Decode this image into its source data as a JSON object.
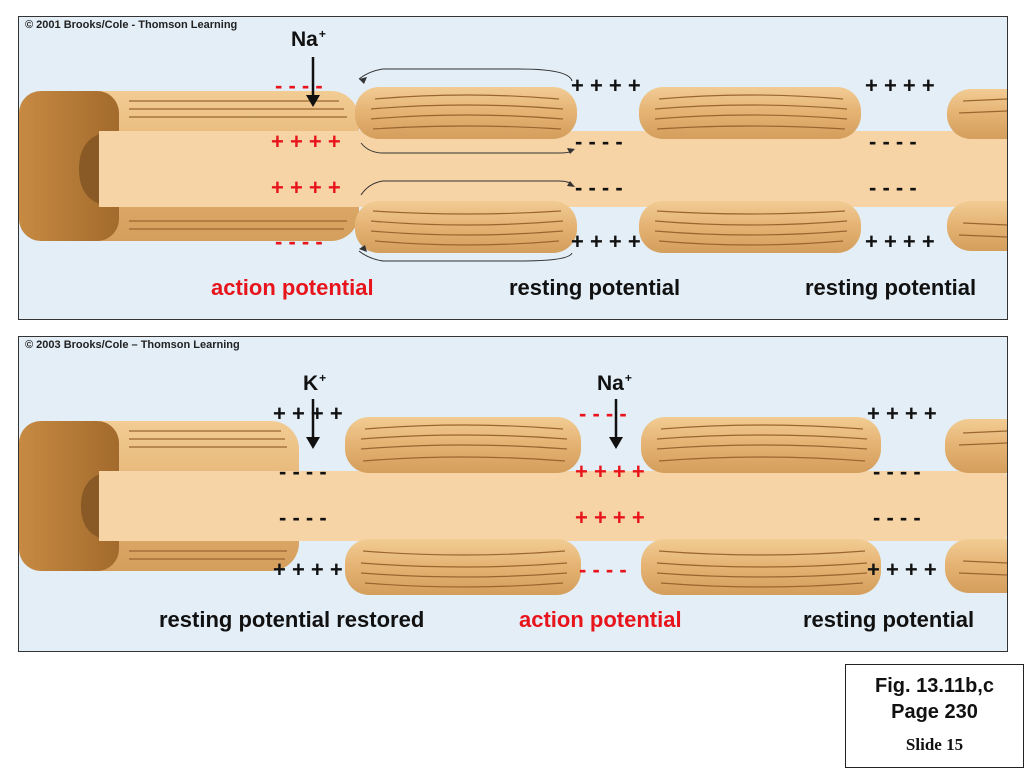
{
  "panel_b": {
    "copyright": "© 2001 Brooks/Cole - Thomson Learning",
    "ion": {
      "symbol": "Na",
      "charge": "+"
    },
    "labels": {
      "action": "action potential",
      "resting_1": "resting potential",
      "resting_2": "resting potential"
    },
    "charges": {
      "minus": "- - - -",
      "plus": "+ + + +"
    }
  },
  "panel_c": {
    "copyright": "© 2003 Brooks/Cole – Thomson Learning",
    "ion_k": {
      "symbol": "K",
      "charge": "+"
    },
    "ion_na": {
      "symbol": "Na",
      "charge": "+"
    },
    "labels": {
      "restored": "resting potential restored",
      "action": "action potential",
      "resting": "resting potential"
    },
    "charges": {
      "minus": "- - - -",
      "plus": "+ + + +"
    }
  },
  "caption": {
    "fig": "Fig. 13.11b,c",
    "page": "Page 230",
    "slide": "Slide 15"
  },
  "colors": {
    "background": "#e3eef7",
    "axon": "#f7d4a6",
    "myelin": "#e6b575",
    "myelin_dark": "#b07838",
    "action_red": "#e8141c"
  }
}
